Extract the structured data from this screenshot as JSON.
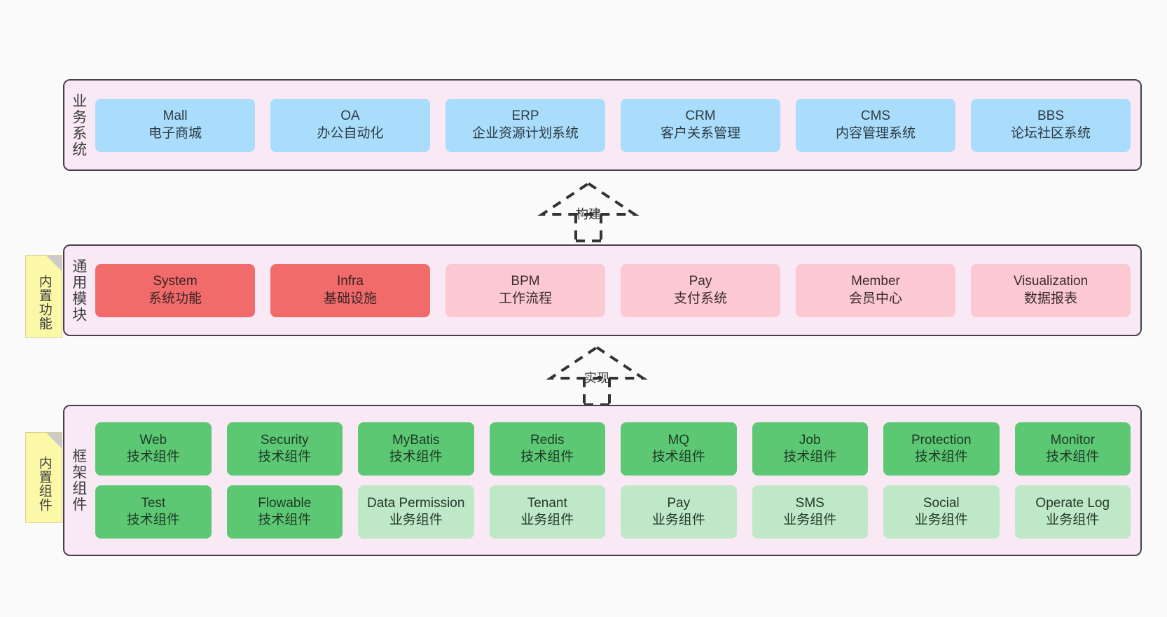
{
  "layers": [
    {
      "id": "business",
      "title": "业务系统",
      "rows": [
        {
          "cells": [
            {
              "name": "Mall",
              "sub": "电子商城",
              "color": "blue"
            },
            {
              "name": "OA",
              "sub": "办公自动化",
              "color": "blue"
            },
            {
              "name": "ERP",
              "sub": "企业资源计划系统",
              "color": "blue"
            },
            {
              "name": "CRM",
              "sub": "客户关系管理",
              "color": "blue"
            },
            {
              "name": "CMS",
              "sub": "内容管理系统",
              "color": "blue"
            },
            {
              "name": "BBS",
              "sub": "论坛社区系统",
              "color": "blue"
            }
          ]
        }
      ]
    },
    {
      "id": "common",
      "title": "通用模块",
      "rows": [
        {
          "cells": [
            {
              "name": "System",
              "sub": "系统功能",
              "color": "red"
            },
            {
              "name": "Infra",
              "sub": "基础设施",
              "color": "red"
            },
            {
              "name": "BPM",
              "sub": "工作流程",
              "color": "pink"
            },
            {
              "name": "Pay",
              "sub": "支付系统",
              "color": "pink"
            },
            {
              "name": "Member",
              "sub": "会员中心",
              "color": "pink"
            },
            {
              "name": "Visualization",
              "sub": "数据报表",
              "color": "pink"
            }
          ]
        }
      ]
    },
    {
      "id": "framework",
      "title": "框架组件",
      "rows": [
        {
          "cells": [
            {
              "name": "Web",
              "sub": "技术组件",
              "color": "green"
            },
            {
              "name": "Security",
              "sub": "技术组件",
              "color": "green"
            },
            {
              "name": "MyBatis",
              "sub": "技术组件",
              "color": "green"
            },
            {
              "name": "Redis",
              "sub": "技术组件",
              "color": "green"
            },
            {
              "name": "MQ",
              "sub": "技术组件",
              "color": "green"
            },
            {
              "name": "Job",
              "sub": "技术组件",
              "color": "green"
            },
            {
              "name": "Protection",
              "sub": "技术组件",
              "color": "green"
            },
            {
              "name": "Monitor",
              "sub": "技术组件",
              "color": "green"
            }
          ]
        },
        {
          "cells": [
            {
              "name": "Test",
              "sub": "技术组件",
              "color": "green"
            },
            {
              "name": "Flowable",
              "sub": "技术组件",
              "color": "green"
            },
            {
              "name": "Data Permission",
              "sub": "业务组件",
              "color": "lightgreen"
            },
            {
              "name": "Tenant",
              "sub": "业务组件",
              "color": "lightgreen"
            },
            {
              "name": "Pay",
              "sub": "业务组件",
              "color": "lightgreen"
            },
            {
              "name": "SMS",
              "sub": "业务组件",
              "color": "lightgreen"
            },
            {
              "name": "Social",
              "sub": "业务组件",
              "color": "lightgreen"
            },
            {
              "name": "Operate Log",
              "sub": "业务组件",
              "color": "lightgreen"
            }
          ]
        }
      ]
    }
  ],
  "notes": [
    {
      "id": "builtin-func",
      "text": "内置功能"
    },
    {
      "id": "builtin-comp",
      "text": "内置组件"
    }
  ],
  "arrows": [
    {
      "id": "build",
      "label": "构建"
    },
    {
      "id": "implement",
      "label": "实现"
    }
  ],
  "colors": {
    "panel_fill": "#f9e9f4",
    "panel_border": "#4a3f48",
    "background": "#fafafa",
    "blue": "#aadcfb",
    "red": "#f26b6b",
    "pink": "#fcc9d2",
    "green": "#5cc874",
    "lightgreen": "#bfe8c8",
    "note_fill": "#fbf8a8",
    "arrow_stroke": "#333333"
  }
}
